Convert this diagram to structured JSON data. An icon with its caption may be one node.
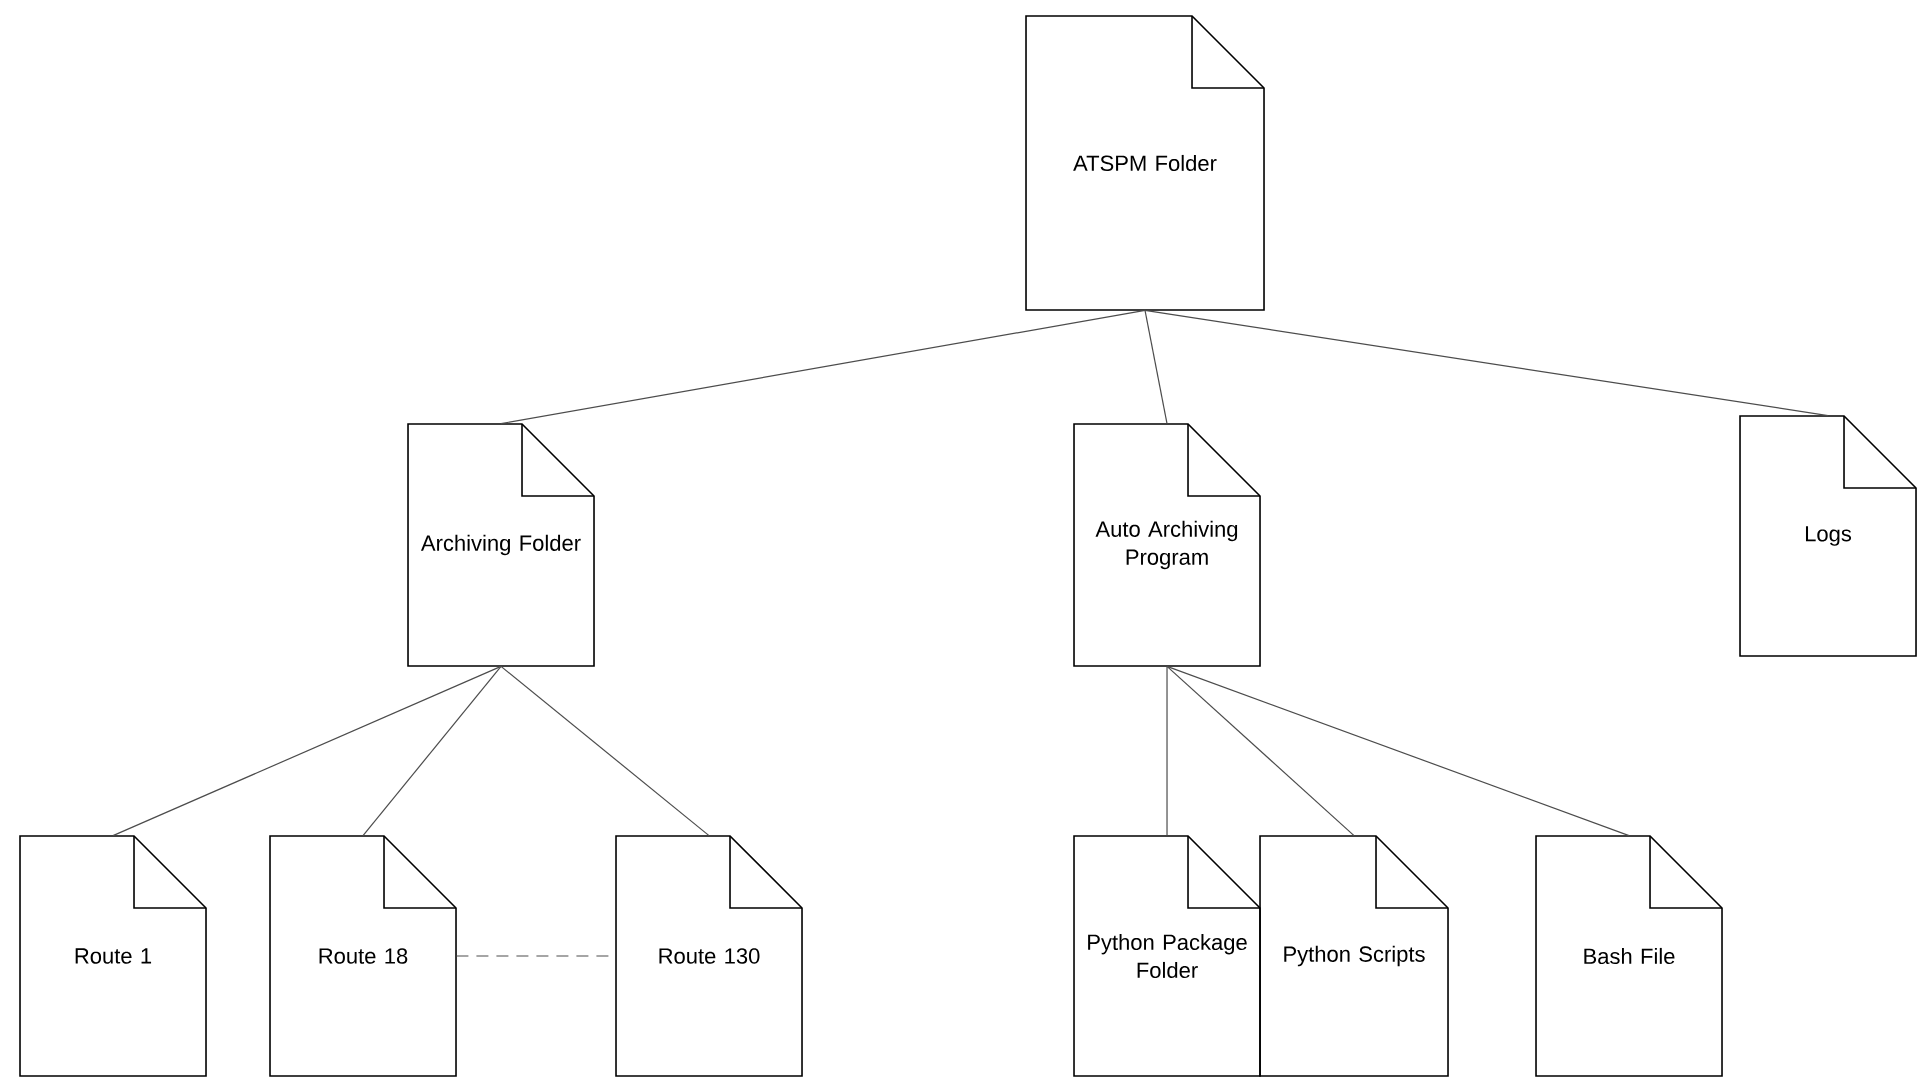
{
  "diagram": {
    "nodes": [
      {
        "text": [
          "ATSPM Folder"
        ]
      },
      {
        "text": [
          "Archiving Folder"
        ]
      },
      {
        "text": [
          "Auto Archiving Program"
        ]
      },
      {
        "text": [
          "Logs"
        ]
      },
      {
        "text": [
          "Route 1"
        ]
      },
      {
        "text": [
          "Route 18"
        ]
      },
      {
        "text": [
          "Route 130"
        ]
      },
      {
        "text": [
          "Python Package Folder"
        ]
      },
      {
        "text": [
          "Python Scripts"
        ]
      },
      {
        "text": [
          "Bash File"
        ]
      }
    ],
    "edges": [
      {
        "from": 0,
        "to": 1,
        "arrow": "none"
      },
      {
        "from": 0,
        "to": 2,
        "arrow": "none"
      },
      {
        "from": 0,
        "to": 3,
        "arrow": "none"
      },
      {
        "from": 1,
        "to": 4,
        "arrow": "none"
      },
      {
        "from": 1,
        "to": 5,
        "arrow": "none"
      },
      {
        "from": 1,
        "to": 6,
        "arrow": "none"
      },
      {
        "from": 2,
        "to": 7,
        "arrow": "none"
      },
      {
        "from": 2,
        "to": 8,
        "arrow": "none"
      },
      {
        "from": 2,
        "to": 9,
        "arrow": "none"
      },
      {
        "from": 5,
        "to": 6,
        "arrow": "none",
        "style": "dashed"
      }
    ]
  }
}
